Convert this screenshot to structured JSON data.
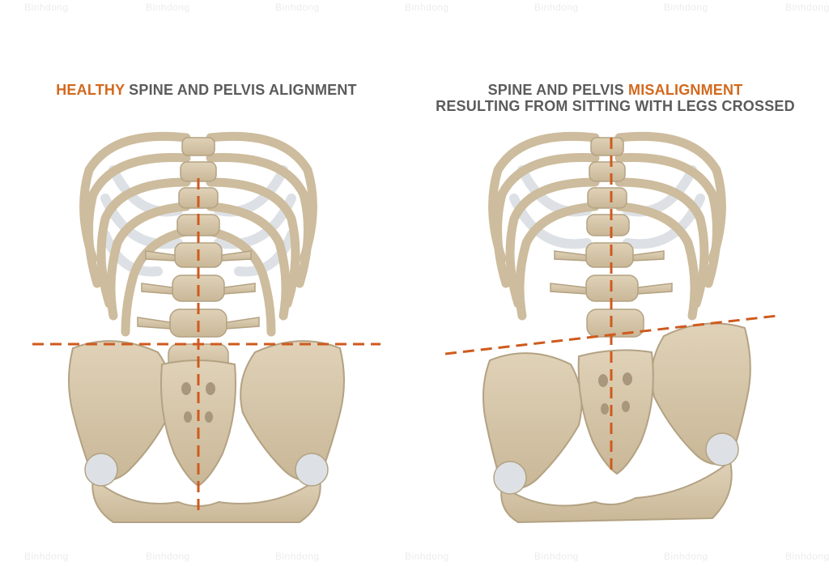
{
  "left_panel": {
    "title_highlight": "HEALTHY",
    "title_rest": " SPINE AND PELVIS ALIGNMENT"
  },
  "right_panel": {
    "title_line1_prefix": "SPINE AND PELVIS ",
    "title_line1_highlight": "MISALIGNMENT",
    "title_line2": "RESULTING FROM SITTING WITH LEGS CROSSED"
  },
  "watermark": "Binhdong",
  "colors": {
    "accent": "#d2691e",
    "title_text": "#5b5b5b",
    "bone": "#d8c9ae",
    "bone_shadow": "#b9a88a",
    "cartilage": "#dfe3e8",
    "guide_line": "#cf5a1e"
  }
}
